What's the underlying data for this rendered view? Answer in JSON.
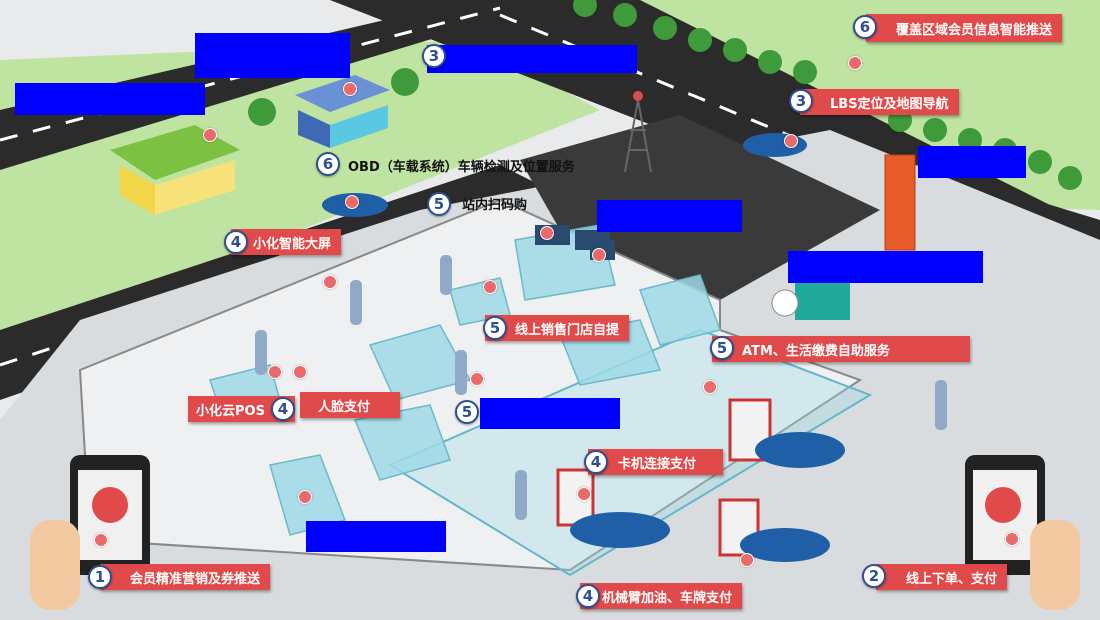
{
  "colors": {
    "label_red": "#e14a4a",
    "badge_ring": "#2f4f8f",
    "redaction_blue": "#0000ff",
    "road": "#2b2b2b",
    "grass": "#bfe3a0",
    "glass": "#9fd9e6"
  },
  "icons": [
    "circle-number-badge",
    "smartphone-icon",
    "coupon-icon",
    "dollar-coin-icon",
    "tree-icon",
    "car-icon",
    "fuel-pump-icon",
    "signal-tower-icon",
    "person-icon"
  ],
  "badges": {
    "b1": "1",
    "b2": "2",
    "b3a": "3",
    "b3b": "3",
    "b4a": "4",
    "b4b": "4",
    "b4c": "4",
    "b4d": "4",
    "b5a": "5",
    "b5b": "5",
    "b5c": "5",
    "b5d": "5",
    "b6a": "6",
    "b6b": "6"
  },
  "labels": {
    "member_marketing": "会员精准营销及券推送",
    "online_order_pay": "线上下单、支付",
    "lbs_navigation": "LBS定位及地图导航",
    "coverage_push": "覆盖区域会员信息智能推送",
    "obd_service": "OBD（车载系统）车辆检测及位置服务",
    "in_store_scan": "站内扫码购",
    "smart_screen": "小化智能大屏",
    "online_pickup": "线上销售门店自提",
    "atm_service": "ATM、生活缴费自助服务",
    "cloud_pos": "小化云POS",
    "face_pay": "人脸支付",
    "card_pay": "卡机连接支付",
    "robotic_fuel": "机械臂加油、车牌支付"
  }
}
